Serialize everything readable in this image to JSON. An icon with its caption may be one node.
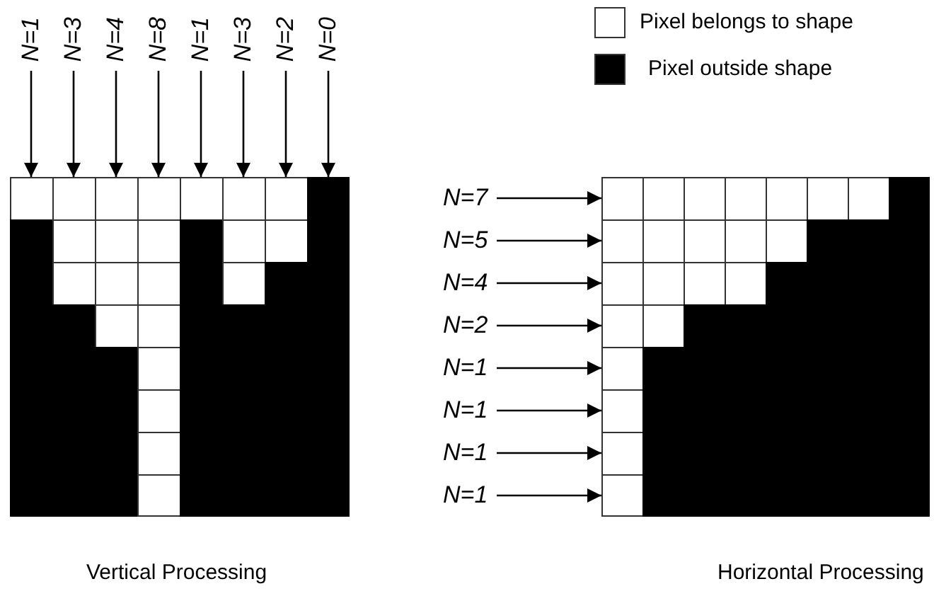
{
  "diagram": {
    "nodes": [
      {
        "text": [
          "N=1"
        ]
      },
      {
        "text": [
          "N=3"
        ]
      },
      {
        "text": [
          "N=4"
        ]
      },
      {
        "text": [
          "N=8"
        ]
      },
      {
        "text": [
          "N=1"
        ]
      },
      {
        "text": [
          "N=3"
        ]
      },
      {
        "text": [
          "N=2"
        ]
      },
      {
        "text": [
          "N=0"
        ]
      },
      {
        "text": [],
        "shape": "picture"
      },
      {
        "text": [
          "N=7"
        ]
      },
      {
        "text": [
          "N=5"
        ]
      },
      {
        "text": [
          "N=4"
        ]
      },
      {
        "text": [
          "N=2"
        ]
      },
      {
        "text": [
          "N=1"
        ]
      },
      {
        "text": [
          "N=1"
        ]
      },
      {
        "text": [
          "N=1"
        ]
      },
      {
        "text": [
          "N=1"
        ]
      },
      {
        "text": [],
        "shape": "picture"
      }
    ],
    "edges": [
      {
        "from": 0,
        "to": 8,
        "arrow": "to"
      },
      {
        "from": 1,
        "to": 8,
        "arrow": "to"
      },
      {
        "from": 2,
        "to": 8,
        "arrow": "to"
      },
      {
        "from": 3,
        "to": 8,
        "arrow": "to"
      },
      {
        "from": 4,
        "to": 8,
        "arrow": "to"
      },
      {
        "from": 5,
        "to": 8,
        "arrow": "to"
      },
      {
        "from": 6,
        "to": 8,
        "arrow": "to"
      },
      {
        "from": 7,
        "to": 8,
        "arrow": "to"
      },
      {
        "from": 9,
        "to": 17,
        "arrow": "to"
      },
      {
        "from": 10,
        "to": 17,
        "arrow": "to"
      },
      {
        "from": 11,
        "to": 17,
        "arrow": "to"
      },
      {
        "from": 12,
        "to": 17,
        "arrow": "to"
      },
      {
        "from": 13,
        "to": 17,
        "arrow": "to"
      },
      {
        "from": 14,
        "to": 17,
        "arrow": "to"
      },
      {
        "from": 15,
        "to": 17,
        "arrow": "to"
      },
      {
        "from": 16,
        "to": 17,
        "arrow": "to"
      }
    ],
    "labels": [
      "Vertical Processing",
      "Horizontal Processing"
    ],
    "legend": [
      {
        "text": "Pixel belongs to shape",
        "color": "#ffffff"
      },
      {
        "text": "Pixel outside shape",
        "color": "#000000"
      }
    ]
  }
}
